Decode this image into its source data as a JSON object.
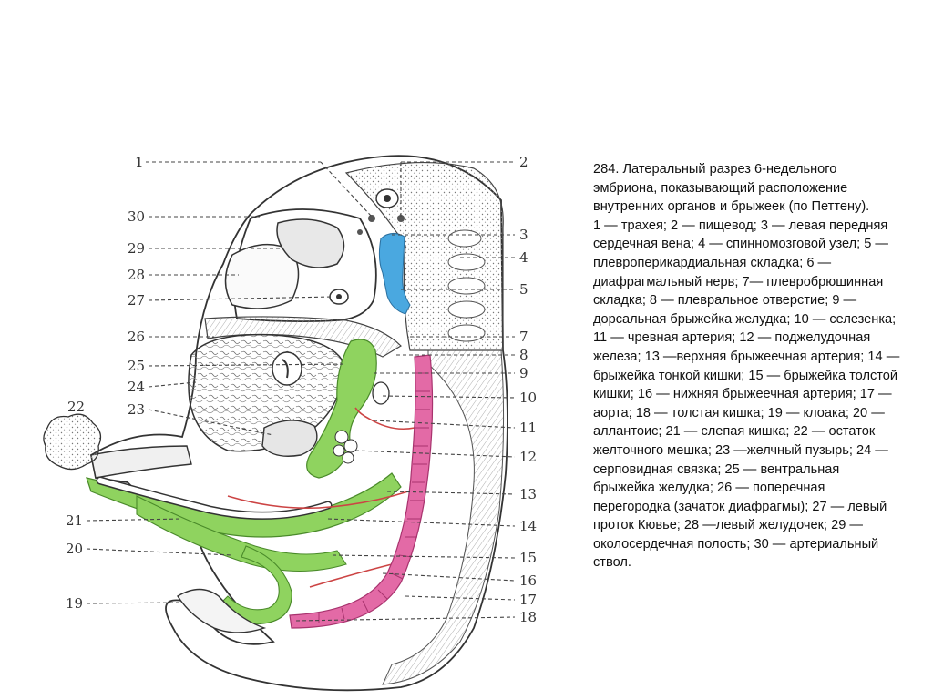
{
  "caption": {
    "title": "284. Латеральный разрез 6-недельного эмбриона, показывающий расположение внутренних органов и брыжеек (по Петтену).",
    "legend": "1 — трахея; 2 — пищевод; 3 — левая передняя сердечная вена; 4 — спинномозговой узел; 5 — плевроперикардиальная складка; 6 — диафрагмальный нерв; 7— плевробрюшинная складка; 8 — плевральное отверстие; 9 — дорсальная брыжейка желудка; 10 — селезенка; 11 — чревная артерия; 12 — поджелудочная железа; 13 —верхняя брыжеечная артерия; 14 — брыжейка тонкой кишки; 15 — брыжейка толстой кишки; 16 — нижняя брыжеечная артерия; 17 — аорта; 18 — толстая кишка; 19 — клоака; 20 — аллантоис; 21 — слепая кишка; 22 — остаток желточного мешка; 23 —желчный пузырь; 24 — серповидная связка; 25 — вентральная брыжейка желудка; 26 — поперечная перегородка (зачаток диафрагмы); 27 — левый проток Кювье; 28 —левый желудочек; 29 — околосердечная полость; 30 — артериальный ствол."
  },
  "labels": {
    "left": [
      "1",
      "30",
      "29",
      "28",
      "27",
      "26",
      "25",
      "24",
      "23",
      "22",
      "21",
      "20",
      "19"
    ],
    "right": [
      "2",
      "3",
      "4",
      "5",
      "7",
      "8",
      "9",
      "10",
      "11",
      "12",
      "13",
      "14",
      "15",
      "16",
      "17",
      "18"
    ]
  },
  "colors": {
    "esophagus_vein": "#4aa8e0",
    "mesentery": "#8fd35f",
    "aorta": "#e36aa6",
    "outline": "#333333"
  }
}
